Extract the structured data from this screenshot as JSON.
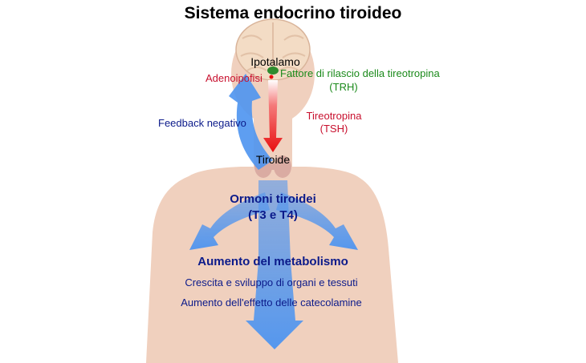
{
  "title": "Sistema endocrino tiroideo",
  "labels": {
    "hypothalamus": "Ipotalamo",
    "pituitary": "Adenoipofisi",
    "trh_line1": "Fattore di rilascio della tireotropina",
    "trh_line2": "(TRH)",
    "tsh_line1": "Tireotropina",
    "tsh_line2": "(TSH)",
    "feedback": "Feedback negativo",
    "thyroid": "Tiroide",
    "hormones_line1": "Ormoni tiroidei",
    "hormones_line2": "(T3 e T4)",
    "metabolism": "Aumento del metabolismo",
    "effect1": "Crescita e sviluppo di organi e tessuti",
    "effect2": "Aumento dell'effetto delle catecolamine"
  },
  "colors": {
    "body": "#f0d0be",
    "brain": "#f3dcc5",
    "arrow_blue": "#4d94f0",
    "arrow_red": "#e81010",
    "label_red": "#c8102e",
    "label_green": "#1b8a1b",
    "label_navy": "#0b1a8a",
    "thyroid": "#d8a8a0",
    "pituitary": "#2e8b2e"
  }
}
